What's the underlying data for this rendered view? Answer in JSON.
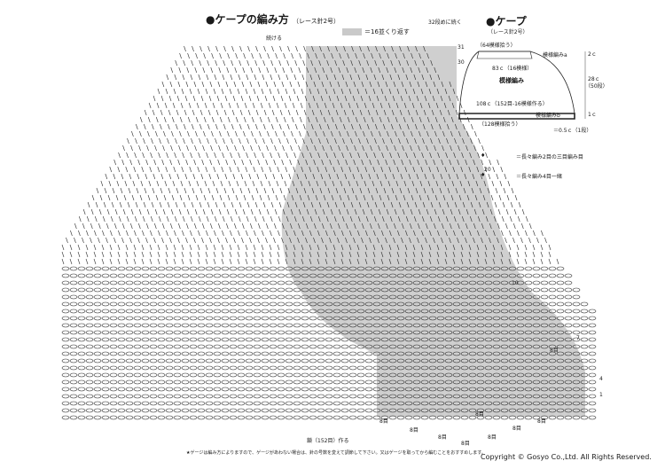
{
  "main": {
    "title": "●ケープの編み方",
    "subtitle": "（レース針2号）",
    "shade_legend": "＝16並くり返す",
    "attach_label": "続ける",
    "continue_note": "32段めに続く",
    "start_note": "鎖（152目）作る",
    "row_labels": {
      "r30": "30",
      "r31": "31",
      "r20": "20",
      "r10": "10",
      "r7": "7",
      "r4": "4",
      "r1": "1"
    },
    "stitch_counts": [
      "8目",
      "8目",
      "8目",
      "8目",
      "8目",
      "8目",
      "8目",
      "8目",
      "8目"
    ],
    "footnote": "★ゲージは編み方によりますので、ゲージがあわない場合は、針の号数を変えて調節して下さい。又はゲージを取ってから編むことをおすすめします。"
  },
  "schematic": {
    "title": "●ケープ",
    "subtitle": "（レース針2号）",
    "top_count": "（64模様拾う）",
    "pattern_a": "模様編みa",
    "mid_count": "83ｃ（16模様）",
    "pattern_main": "模様編み",
    "bottom_count": "108ｃ（152目-16模様作る）",
    "pick_count": "（128模様拾う）",
    "pattern_b": "模様編みb",
    "height": "28ｃ",
    "height_rows": "（50段）",
    "top_h": "2ｃ",
    "bottom_h": "1ｃ",
    "note": "＝0.5ｃ（1段）"
  },
  "legend": {
    "item1": "＝長々編み2目の三目編み目",
    "item2": "＝長々編み4目一緒"
  },
  "copyright": "Copyright © Gosyo Co.,Ltd. All Rights Reserved."
}
